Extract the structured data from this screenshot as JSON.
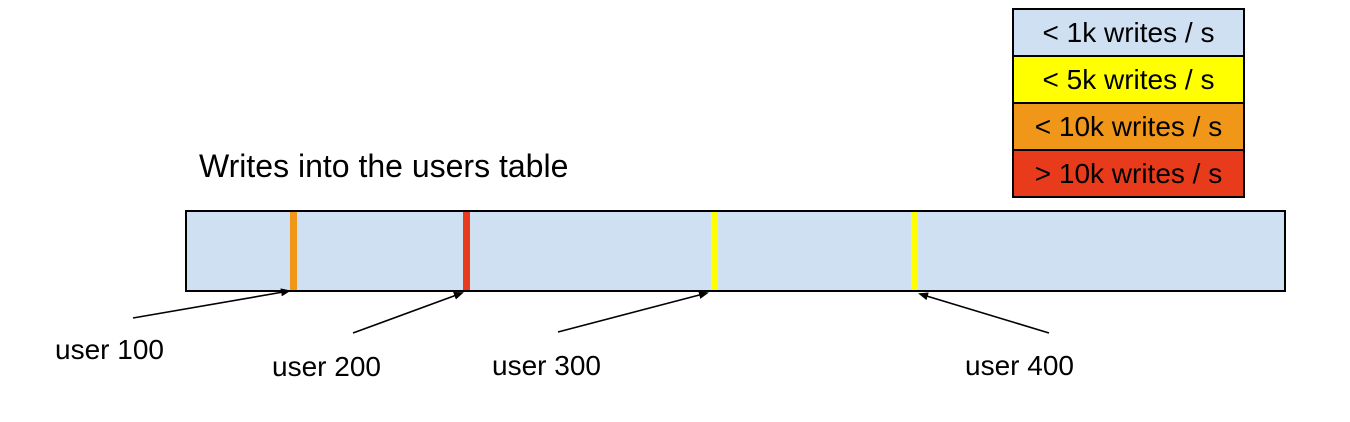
{
  "title": "Writes into the users table",
  "colors": {
    "table_fill": "#cfe0f2",
    "yellow": "#ffff00",
    "orange": "#f09619",
    "red": "#e73b1c",
    "border": "#000000"
  },
  "legend": {
    "items": [
      {
        "label": "< 1k writes / s",
        "color": "#cfe0f2"
      },
      {
        "label": "< 5k writes / s",
        "color": "#ffff00"
      },
      {
        "label": "< 10k writes / s",
        "color": "#f09619"
      },
      {
        "label": "> 10k writes / s",
        "color": "#e73b1c"
      }
    ]
  },
  "table": {
    "fill": "#cfe0f2",
    "markers": [
      {
        "user": "user 100",
        "bucket": "< 10k writes / s",
        "color": "#f09619"
      },
      {
        "user": "user 200",
        "bucket": "> 10k writes / s",
        "color": "#e73b1c"
      },
      {
        "user": "user 300",
        "bucket": "< 5k writes / s",
        "color": "#ffff00"
      },
      {
        "user": "user 400",
        "bucket": "< 5k writes / s",
        "color": "#ffff00"
      }
    ]
  }
}
